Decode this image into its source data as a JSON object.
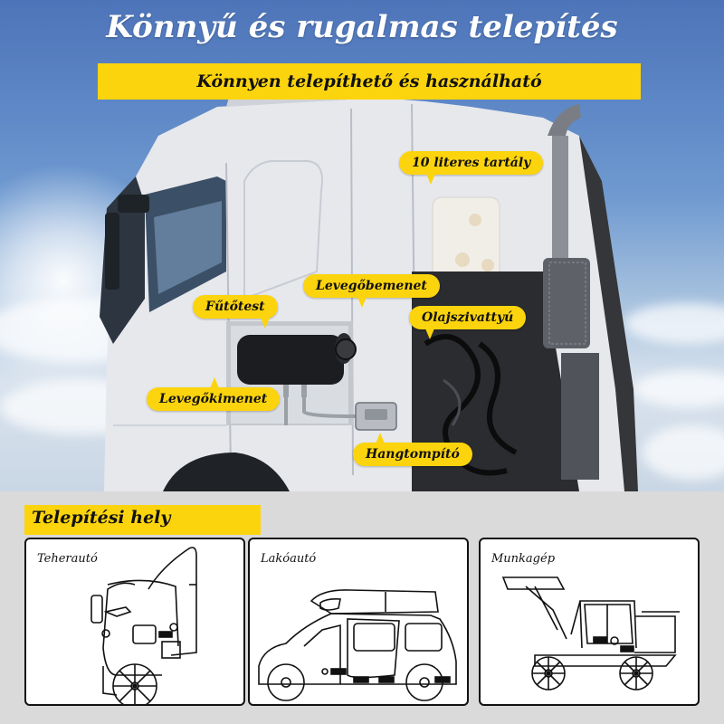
{
  "header": {
    "title": "Könnyű és rugalmas telepítés",
    "subtitle": "Könnyen telepíthető és használható"
  },
  "callouts": [
    {
      "id": "tank",
      "label": "10 literes tartály"
    },
    {
      "id": "air-inlet",
      "label": "Levegőbemenet"
    },
    {
      "id": "heater",
      "label": "Fűtőtest"
    },
    {
      "id": "oil-pump",
      "label": "Olajszivattyú"
    },
    {
      "id": "air-outlet",
      "label": "Levegőkimenet"
    },
    {
      "id": "muffler",
      "label": "Hangtompító"
    }
  ],
  "installation": {
    "section_title": "Telepítési hely",
    "cards": [
      {
        "label": "Teherautó",
        "icon": "truck-cab-diagram"
      },
      {
        "label": "Lakóautó",
        "icon": "camper-van-diagram"
      },
      {
        "label": "Munkagép",
        "icon": "loader-machine-diagram"
      }
    ]
  },
  "colors": {
    "accent_yellow": "#fcd40d",
    "sky_blue": "#4d74b8",
    "title_text": "#ffffff",
    "card_border": "#111111",
    "bottom_bg": "#dadada"
  }
}
